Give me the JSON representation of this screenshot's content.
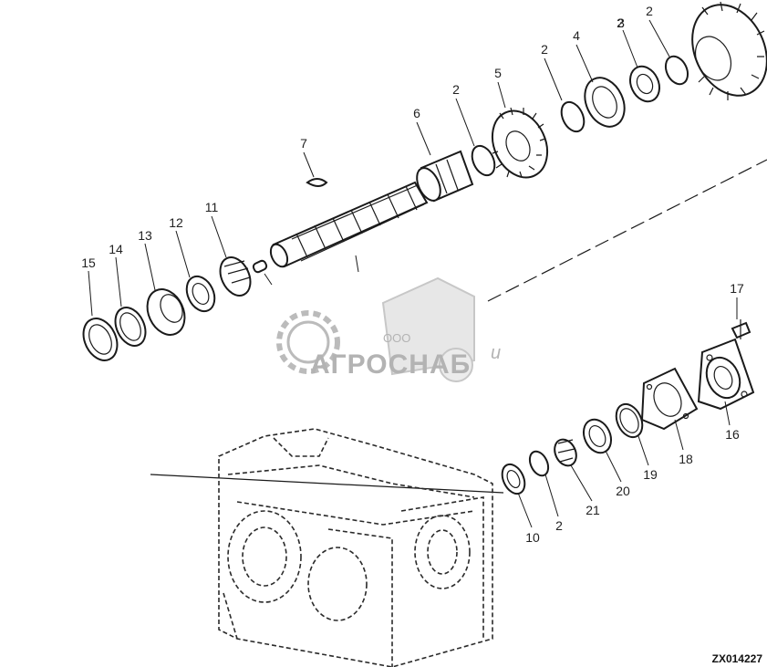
{
  "labels": {
    "p1": "2",
    "p2": "2",
    "p3": "3",
    "p4": "4",
    "p5": "2",
    "p6": "5",
    "p7": "2",
    "p8": "6",
    "p9": "7",
    "p10": "11",
    "p11": "12",
    "p12": "13",
    "p13": "14",
    "p14": "15",
    "p15": "17",
    "p16": "16",
    "p17": "18",
    "p18": "19",
    "p19": "20",
    "p20": "21",
    "p21": "2",
    "p22": "10"
  },
  "watermark": {
    "company_prefix": "ООО",
    "company_name": "АГРОСНАБ",
    "suffix": "и"
  },
  "figure_id": "ZX014227"
}
